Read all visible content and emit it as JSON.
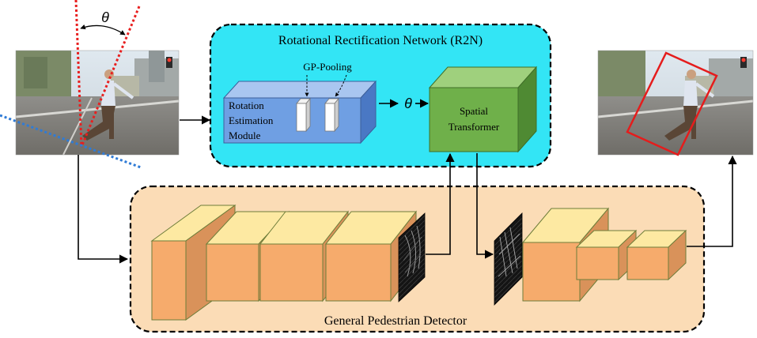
{
  "r2n": {
    "title": "Rotational Rectification Network (R2N)",
    "rotation_module": [
      "Rotation",
      "Estimation",
      "Module"
    ],
    "pooling_label": "GP-Pooling",
    "theta_symbol": "θ",
    "spatial_transformer": [
      "Spatial",
      "Transformer"
    ]
  },
  "detector": {
    "title": "General Pedestrian Detector"
  },
  "input_image": {
    "theta_symbol": "θ"
  },
  "colors": {
    "r2n_panel": "#33e5f5",
    "detector_panel": "#fbdcb6",
    "rotation_module_front": "#6f9fe3",
    "rotation_module_top": "#a9c6f0",
    "rotation_module_side": "#4a78c4",
    "spatial_front": "#6fb04a",
    "spatial_top": "#9fd07d",
    "spatial_side": "#4f8a33",
    "cube_front": "#f6ab6c",
    "cube_top": "#fde9a2",
    "cube_side": "#d9925a",
    "angle_line_red": "#e81f1f",
    "angle_line_blue": "#2f7bd6",
    "bbox": "#e51c1c"
  }
}
